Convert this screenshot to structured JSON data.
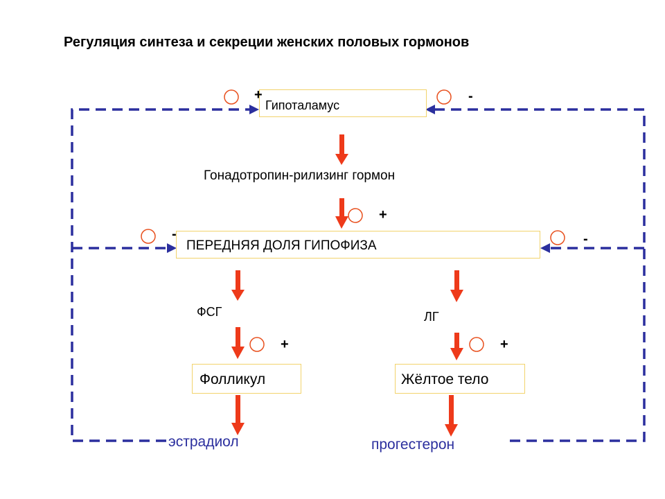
{
  "title": "Регуляция синтеза и секреции женских половых гормонов",
  "nodes": {
    "hypothalamus": "Гипоталамус",
    "gnrh": "Гонадотропин-рилизинг гормон",
    "pituitary": "ПЕРЕДНЯЯ ДОЛЯ ГИПОФИЗА",
    "fsh": "ФСГ",
    "lh": "ЛГ",
    "follicle": "Фолликул",
    "corpus_luteum": "Жёлтое тело",
    "estradiol": "эстрадиол",
    "progesterone": "прогестерон"
  },
  "signs": {
    "hypothalamus_left": "+",
    "hypothalamus_right": "-",
    "pituitary_top": "+",
    "pituitary_left": "-",
    "pituitary_right": "-",
    "follicle_top": "+",
    "corpus_luteum_top": "+"
  },
  "colors": {
    "arrow": "#ee3a1a",
    "feedback": "#2b2f9e",
    "hormone_text": "#2b2f9e",
    "circle": "#e8501e",
    "box_border": "#f2d36b"
  }
}
